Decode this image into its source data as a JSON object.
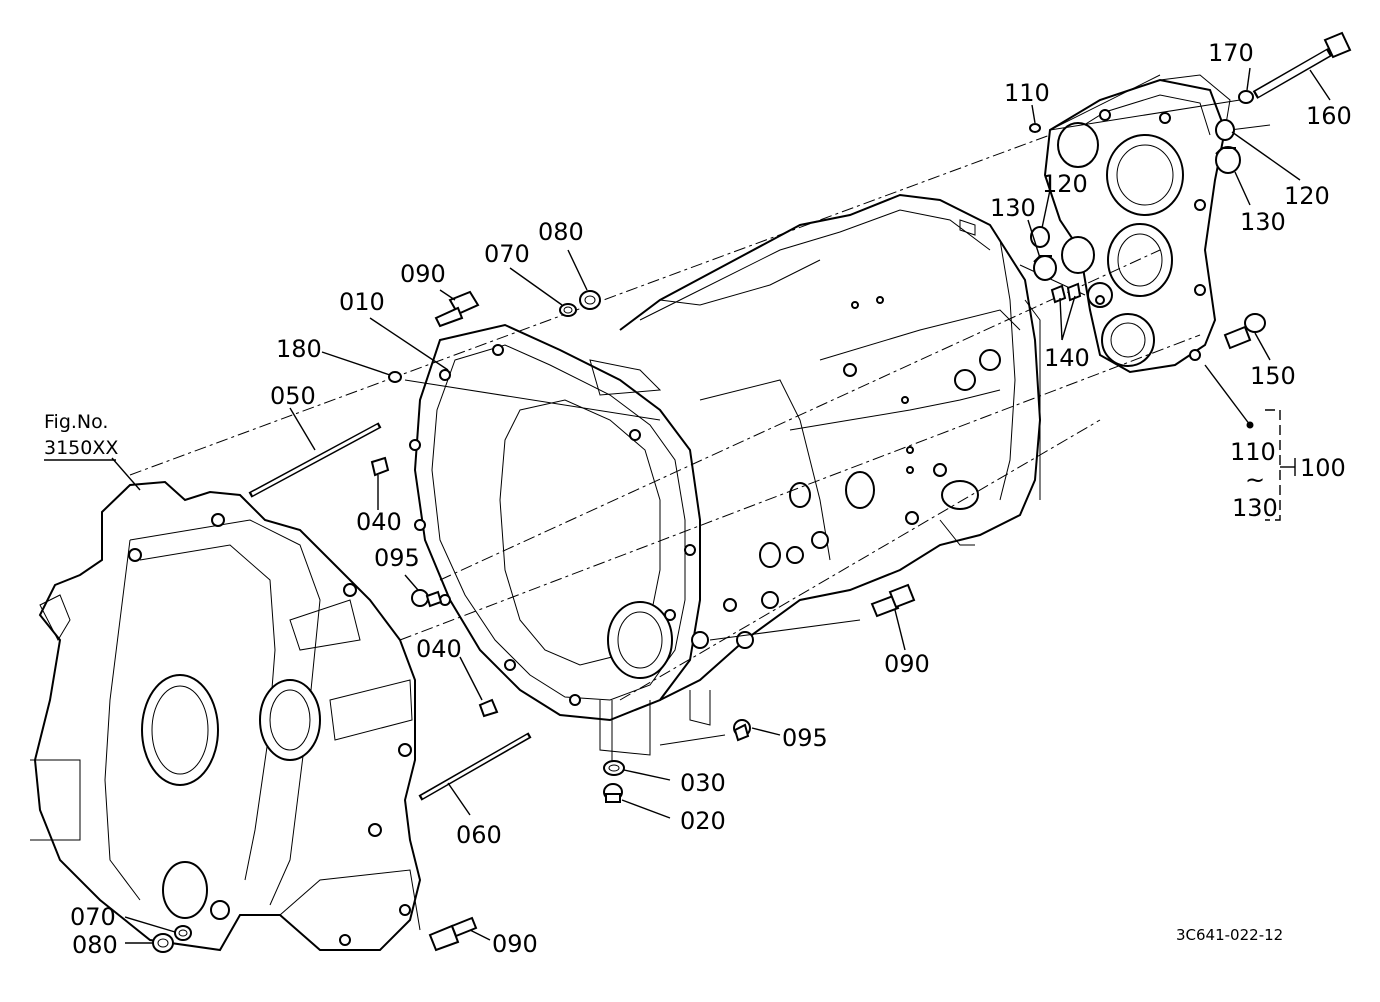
{
  "figure_ref": {
    "line1": "Fig.No.",
    "line2": "3150XX"
  },
  "diagram_code": "3C641-022-12",
  "callouts": [
    {
      "id": "010",
      "text": "010"
    },
    {
      "id": "020",
      "text": "020"
    },
    {
      "id": "030",
      "text": "030"
    },
    {
      "id": "040a",
      "text": "040"
    },
    {
      "id": "040b",
      "text": "040"
    },
    {
      "id": "050",
      "text": "050"
    },
    {
      "id": "060",
      "text": "060"
    },
    {
      "id": "070a",
      "text": "070"
    },
    {
      "id": "070b",
      "text": "070"
    },
    {
      "id": "080a",
      "text": "080"
    },
    {
      "id": "080b",
      "text": "080"
    },
    {
      "id": "090a",
      "text": "090"
    },
    {
      "id": "090b",
      "text": "090"
    },
    {
      "id": "090c",
      "text": "090"
    },
    {
      "id": "095a",
      "text": "095"
    },
    {
      "id": "095b",
      "text": "095"
    },
    {
      "id": "100",
      "text": "100"
    },
    {
      "id": "110a",
      "text": "110"
    },
    {
      "id": "110b",
      "text": "110"
    },
    {
      "id": "120a",
      "text": "120"
    },
    {
      "id": "120b",
      "text": "120"
    },
    {
      "id": "130a",
      "text": "130"
    },
    {
      "id": "130b",
      "text": "130"
    },
    {
      "id": "130c",
      "text": "130"
    },
    {
      "id": "140",
      "text": "140"
    },
    {
      "id": "150",
      "text": "150"
    },
    {
      "id": "160",
      "text": "160"
    },
    {
      "id": "170",
      "text": "170"
    },
    {
      "id": "180",
      "text": "180"
    }
  ],
  "range_separator": "~"
}
